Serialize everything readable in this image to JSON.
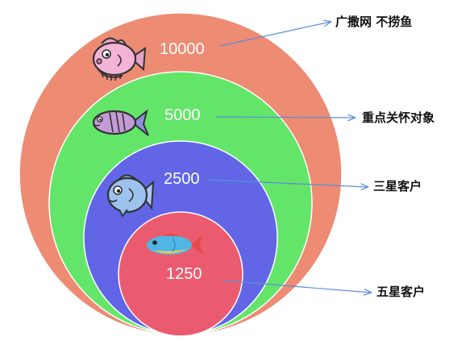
{
  "colors": {
    "ring_outer": "#ED8B73",
    "ring_second": "#63E56A",
    "ring_third": "#6165E6",
    "ring_inner": "#EB5B6F",
    "ring_stroke": "#FFFFFF",
    "arrow": "#5A8ED6"
  },
  "rings": [
    {
      "value": "10000",
      "label": "广撒网 不捞鱼",
      "icon": "puffer-fish-icon"
    },
    {
      "value": "5000",
      "label": "重点关怀对象",
      "icon": "striped-fish-icon"
    },
    {
      "value": "2500",
      "label": "三星客户",
      "icon": "blue-fish-icon"
    },
    {
      "value": "1250",
      "label": "五星客户",
      "icon": "small-fish-icon"
    }
  ]
}
